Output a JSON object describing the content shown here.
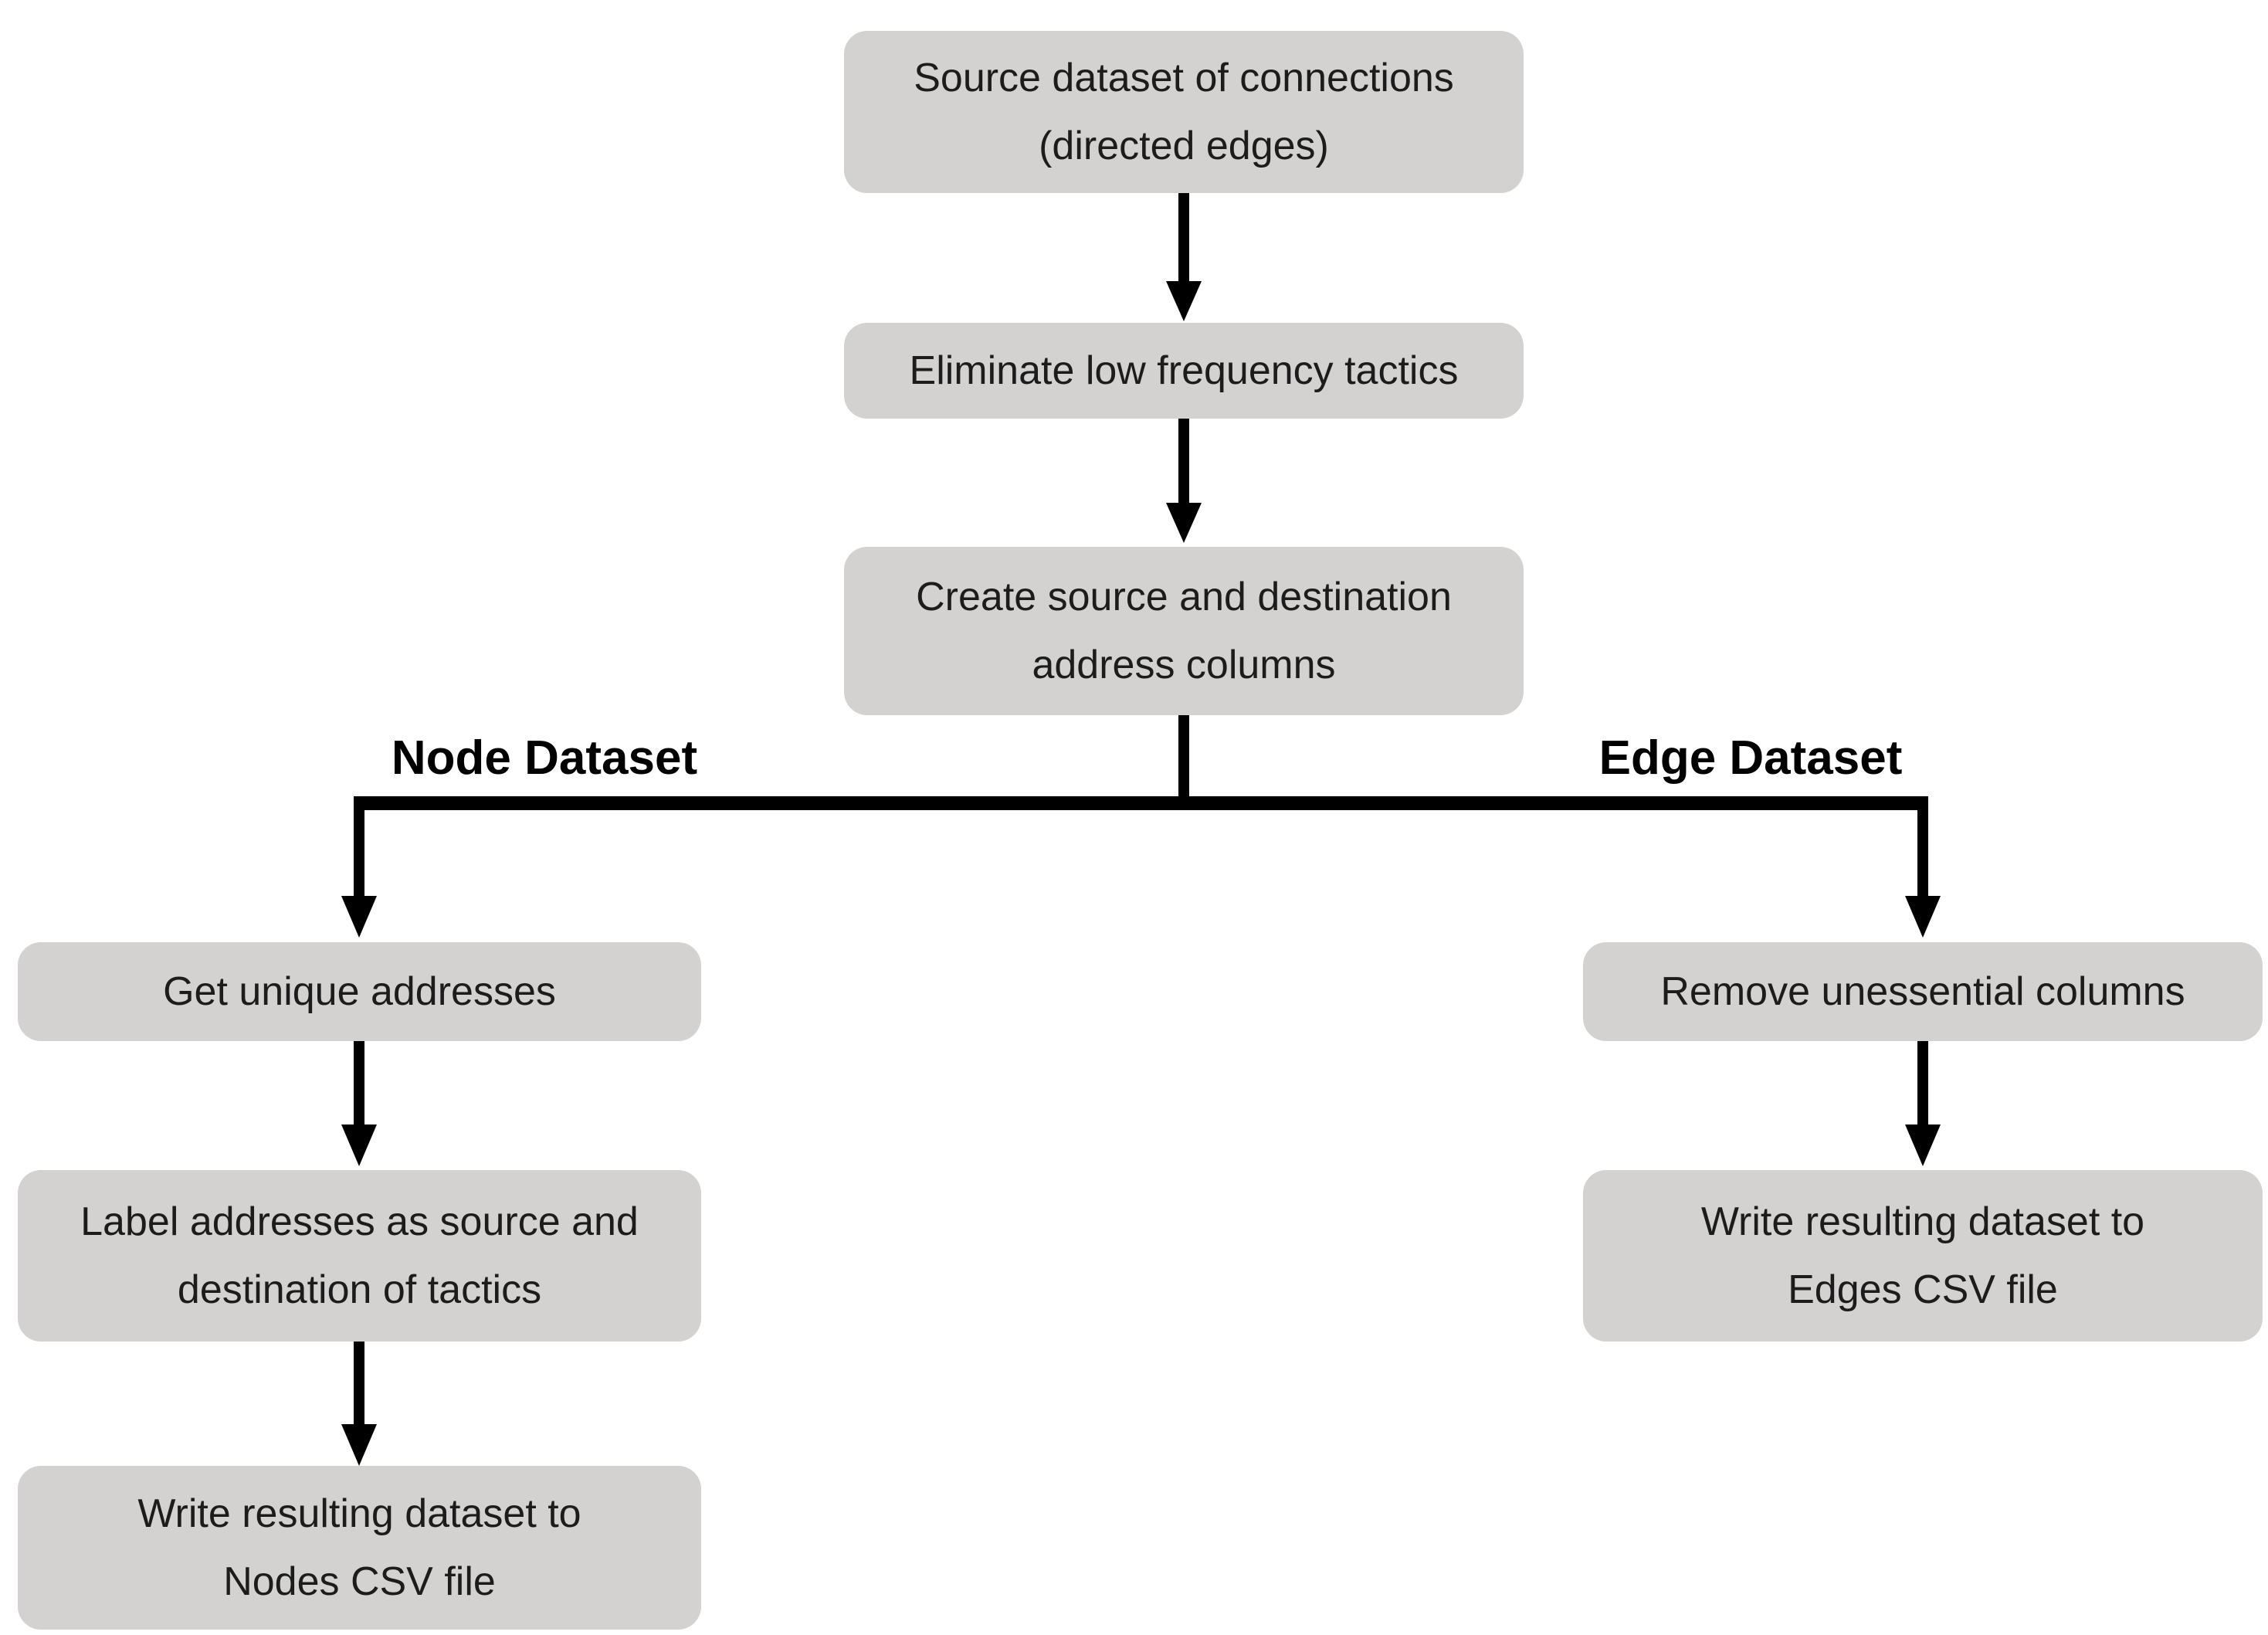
{
  "diagram": {
    "type": "flowchart",
    "background_color": "#ffffff",
    "colors": {
      "node_fill": "#d3d2d0",
      "node_text": "#1c1c1c",
      "connector": "#000000",
      "branch_label_text": "#000000"
    },
    "nodes": {
      "source": {
        "line1": "Source dataset of connections",
        "line2": "(directed edges)"
      },
      "eliminate": {
        "line1": "Eliminate low frequency tactics"
      },
      "create": {
        "line1": "Create source and destination",
        "line2": "address columns"
      },
      "get_unique": {
        "line1": "Get unique addresses"
      },
      "label_addresses": {
        "line1": "Label addresses as source and",
        "line2": "destination of tactics"
      },
      "write_nodes": {
        "line1": "Write resulting dataset to",
        "line2": "Nodes CSV file"
      },
      "remove_columns": {
        "line1": "Remove unessential columns"
      },
      "write_edges": {
        "line1": "Write resulting dataset to",
        "line2": "Edges CSV file"
      }
    },
    "branch_labels": {
      "node": "Node Dataset",
      "edge": "Edge Dataset"
    },
    "edges": [
      {
        "from": "source",
        "to": "eliminate",
        "arrow": true
      },
      {
        "from": "eliminate",
        "to": "create",
        "arrow": true
      },
      {
        "from": "create",
        "to": "branch-junction",
        "arrow": false
      },
      {
        "from": "branch-junction",
        "to": "get_unique",
        "arrow": true,
        "branch": "node"
      },
      {
        "from": "branch-junction",
        "to": "remove_columns",
        "arrow": true,
        "branch": "edge"
      },
      {
        "from": "get_unique",
        "to": "label_addresses",
        "arrow": true
      },
      {
        "from": "label_addresses",
        "to": "write_nodes",
        "arrow": true
      },
      {
        "from": "remove_columns",
        "to": "write_edges",
        "arrow": true
      }
    ]
  }
}
